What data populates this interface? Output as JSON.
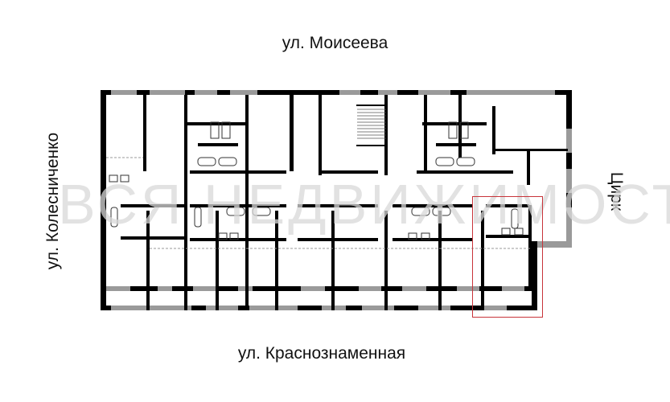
{
  "plan": {
    "type": "floor-plan",
    "streets": {
      "top": "ул. Моисеева",
      "bottom": "ул. Краснознаменная",
      "left": "ул. Колесниченко",
      "right": "Цирк"
    },
    "watermark": "ВСЯ НЕДВИЖИМОСТЬ",
    "highlighted_unit": {
      "description": "selected apartment",
      "border_color": "#c8343a"
    },
    "colors": {
      "wall": "#000000",
      "window": "#9a9a9a",
      "watermark": "#d9d9d9",
      "background": "#ffffff"
    }
  }
}
